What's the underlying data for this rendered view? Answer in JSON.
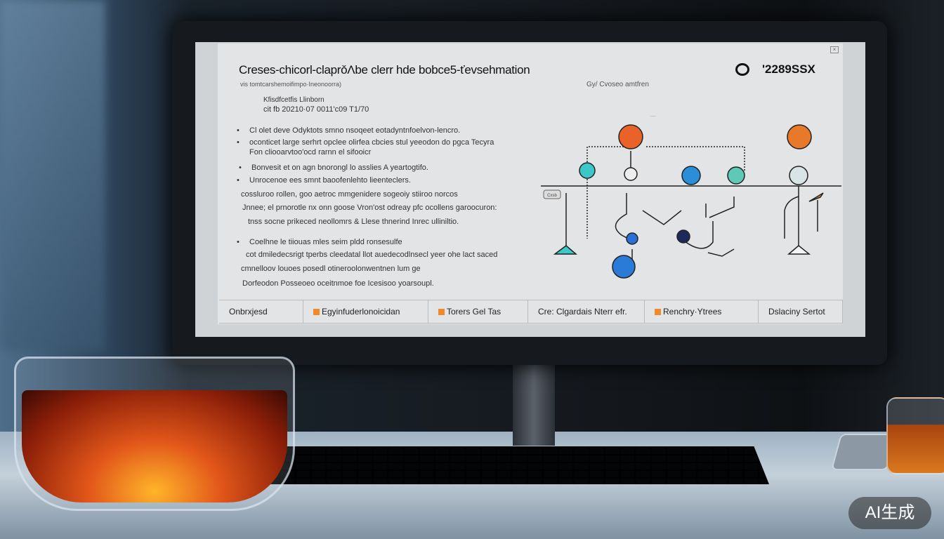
{
  "screen": {
    "title": "Creses-chicorl-claprǒΛbe clerr hde bobce5-ťevsehmation",
    "code": "'2289SSX",
    "subtitle_left": "vis tomtcarshemoifimpo·Ineonoorra)",
    "subtitle_right": "Gy/ Cvoseo amtfren",
    "meta": [
      "Kfisdfcetfis Llinborn",
      "cit fb 20210·07 0011'c09 T1/70"
    ],
    "lines": [
      "Cl olet deve Odyktots smno nsoqeet eotadyntnfoelvon-lencro.",
      "oconticet large serhrt opclee olirfea cbcies stul yeeodon do pgca Tecyra",
      "Fon cliooarvtoo'ocd rarnn el sifooicr",
      "Bonvesit et on agn bnorongl lo asslies A yeartogtifo.",
      "Unrocenoe ees smnt baoofenlehto lieenteclers.",
      "cossluroo rollen, goo aetroc mmgenidere sogeoiy stiiroo norcos",
      "Jnnee; el prnorotle nx onn goose Vron'ost odreay pfc ocollens garoocuron:",
      "tnss socne prikeced neollomrs & Llese thnerind Inrec ulliniltio.",
      "Coelhne le tiiouas mles seim pldd ronsesulfe",
      "cot dmiledecsrigt tperbs cleedatal llot auedecodlnsecl yeer ohe lact saced",
      "cmnelloov louoes posedl otineroolonwentnen lum ge",
      "Dorfeodon Posseoeo oceitnmoe foe Icesisoo yoarsoupl."
    ],
    "diagram_label": "Cxsb",
    "tabs": [
      {
        "label": "Onbrxjesd",
        "marker": false
      },
      {
        "label": "Egyinfuderlonoicidan",
        "marker": true
      },
      {
        "label": "Torers Gel Tas",
        "marker": true
      },
      {
        "label": "Cre: Clgardais Nterr efr.",
        "marker": false
      },
      {
        "label": "Renchry·Ytrees",
        "marker": true
      },
      {
        "label": "Dslaciny Sertot",
        "marker": false
      }
    ]
  },
  "watermark": "AI生成",
  "colors": {
    "accent_orange": "#f08a28",
    "node_blue": "#2a8fd8",
    "node_teal": "#3cc7c9"
  },
  "icons": [
    "logo-icon",
    "close-icon",
    "bullet-icon"
  ]
}
